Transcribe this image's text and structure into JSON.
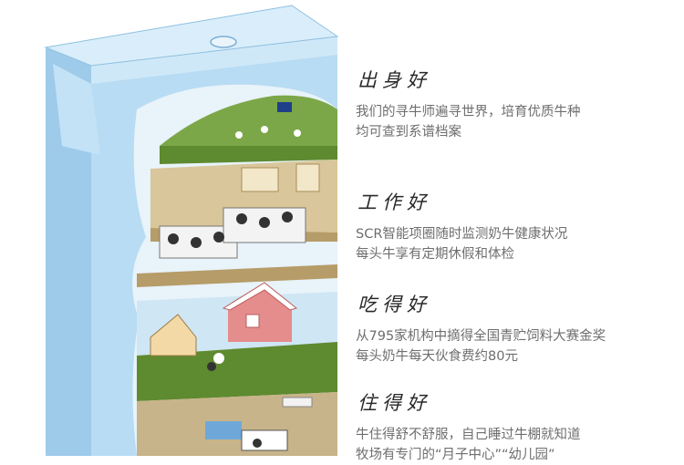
{
  "sections": [
    {
      "heading": "出身好",
      "lines": [
        "我们的寻牛师遍寻世界，培育优质牛种",
        "均可查到系谱档案"
      ]
    },
    {
      "heading": "工作好",
      "lines": [
        "SCR智能项圈随时监测奶牛健康状况",
        "每头牛享有定期休假和体检"
      ]
    },
    {
      "heading": "吃得好",
      "lines": [
        "从795家机构中摘得全国青贮饲料大赛金奖",
        "每头奶牛每天伙食费约80元"
      ]
    },
    {
      "heading": "住得好",
      "lines": [
        "牛住得舒不舒服，自己睡过牛棚就知道",
        "牧场有专门的“月子中心”“幼儿园”"
      ]
    }
  ],
  "illustration": {
    "subject": "milk-carton-cutaway",
    "colors": {
      "carton": "#a9d3ef",
      "carton_dark": "#7fb6dd",
      "grass": "#6e9a3a",
      "barn_floor": "#c8b48a",
      "barn_red": "#d86a6a"
    }
  }
}
